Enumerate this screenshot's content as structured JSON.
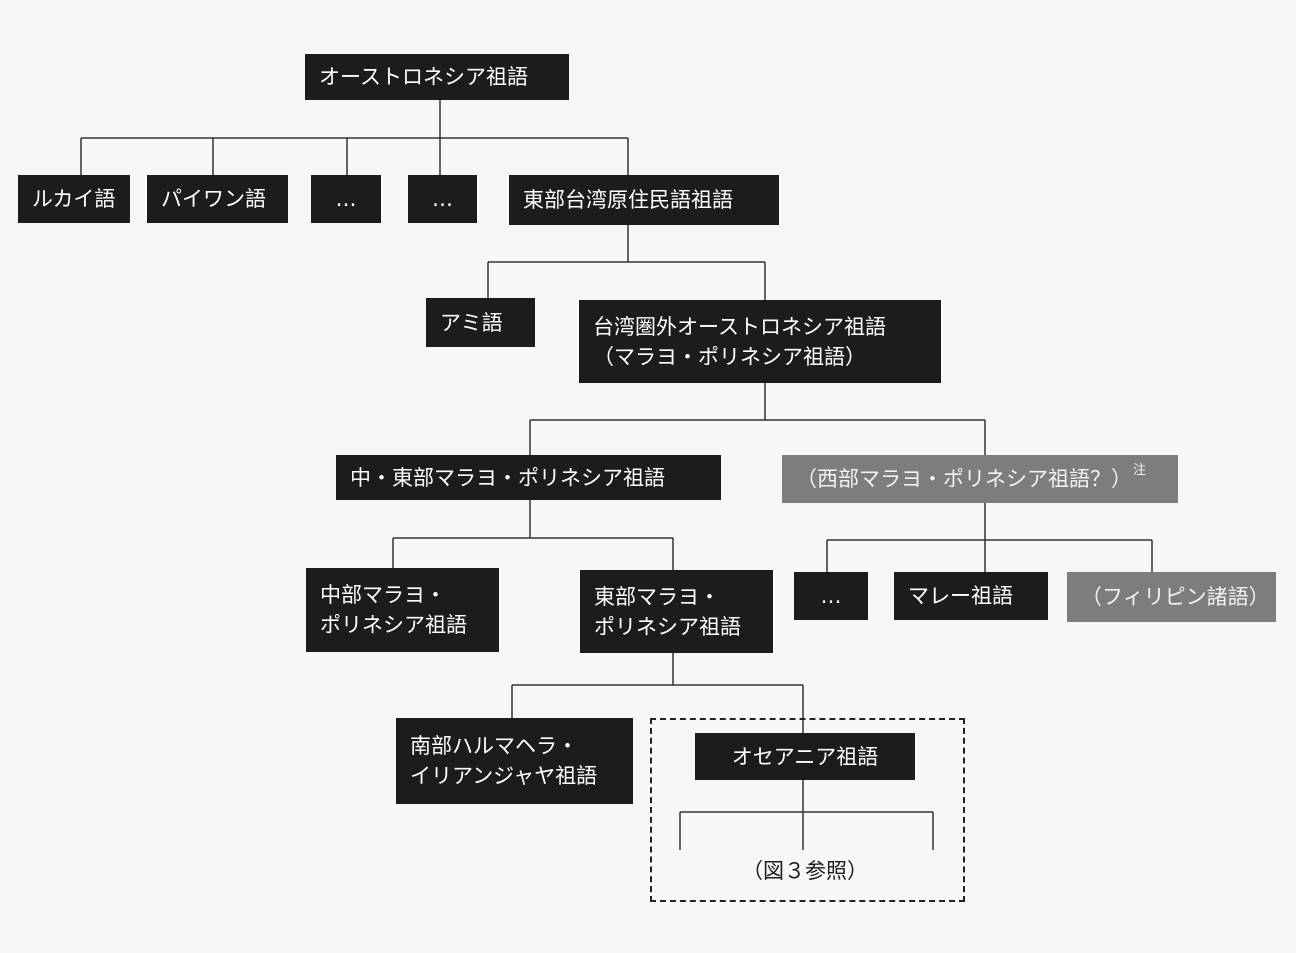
{
  "nodes": {
    "proto_austronesian": "オーストロネシア祖語",
    "rukai": "ルカイ語",
    "paiwan": "パイワン語",
    "ellipsis_1": "…",
    "ellipsis_2": "…",
    "east_formosan": "東部台湾原住民語祖語",
    "amis": "アミ語",
    "extra_formosan_line1": "台湾圏外オーストロネシア祖語",
    "extra_formosan_line2": "（マラヨ・ポリネシア祖語）",
    "central_eastern_mp": "中・東部マラヨ・ポリネシア祖語",
    "western_mp": "（西部マラヨ・ポリネシア祖語？）",
    "western_mp_note": "注",
    "central_mp_line1": "中部マラヨ・",
    "central_mp_line2": "ポリネシア祖語",
    "eastern_mp_line1": "東部マラヨ・",
    "eastern_mp_line2": "ポリネシア祖語",
    "ellipsis_3": "…",
    "proto_malay": "マレー祖語",
    "philippine": "（フィリピン諸語）",
    "shh_line1": "南部ハルマヘラ・",
    "shh_line2": "イリアンジャヤ祖語",
    "proto_oceanic": "オセアニア祖語",
    "see_figure3": "（図３参照）"
  },
  "colors": {
    "box_dark": "#1c1c1c",
    "box_gray": "#7d7d7d",
    "line": "#333333",
    "background": "#f7f7f5"
  }
}
